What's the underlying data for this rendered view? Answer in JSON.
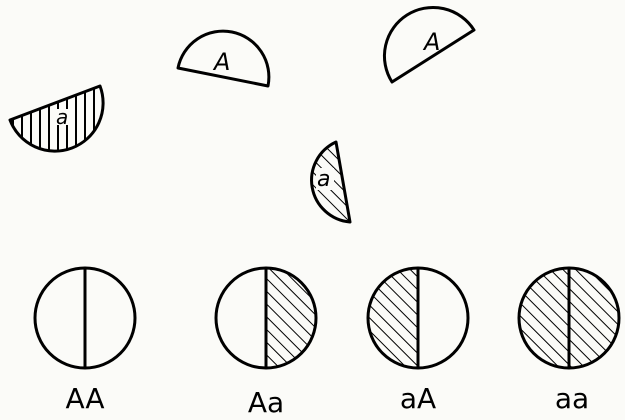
{
  "semicircles": [
    {
      "letter": "A",
      "fill": "blank"
    },
    {
      "letter": "A",
      "fill": "blank"
    },
    {
      "letter": "a",
      "fill": "hatched"
    },
    {
      "letter": "a",
      "fill": "hatched"
    }
  ],
  "circles": [
    {
      "label": "AA",
      "left_half": "blank",
      "right_half": "blank"
    },
    {
      "label": "Aa",
      "left_half": "blank",
      "right_half": "hatched"
    },
    {
      "label": "aA",
      "left_half": "hatched",
      "right_half": "blank"
    },
    {
      "label": "aa",
      "left_half": "hatched",
      "right_half": "hatched"
    }
  ],
  "colors": {
    "ink": "#000000",
    "paper": "#fbfbf8"
  }
}
